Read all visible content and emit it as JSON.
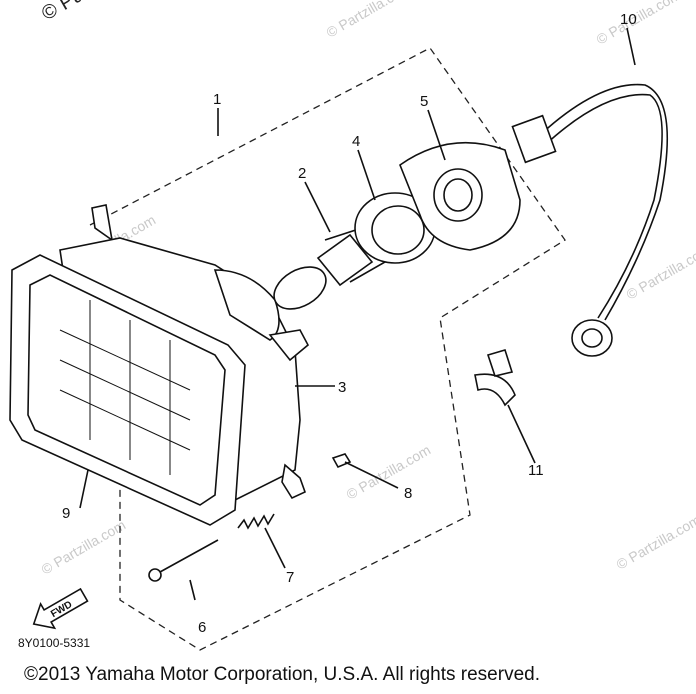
{
  "watermark": {
    "corner_text": "© Partz",
    "repeat_text": "© Partzilla.com"
  },
  "diagram_code": "8Y0100-5331",
  "copyright": "©2013  Yamaha Motor Corporation, U.S.A. All rights reserved.",
  "fwd_label": "FWD",
  "callouts": [
    {
      "id": "1",
      "label": "1"
    },
    {
      "id": "2",
      "label": "2"
    },
    {
      "id": "3",
      "label": "3"
    },
    {
      "id": "4",
      "label": "4"
    },
    {
      "id": "5",
      "label": "5"
    },
    {
      "id": "6",
      "label": "6"
    },
    {
      "id": "7",
      "label": "7"
    },
    {
      "id": "8",
      "label": "8"
    },
    {
      "id": "9",
      "label": "9"
    },
    {
      "id": "10",
      "label": "10"
    },
    {
      "id": "11",
      "label": "11"
    }
  ]
}
